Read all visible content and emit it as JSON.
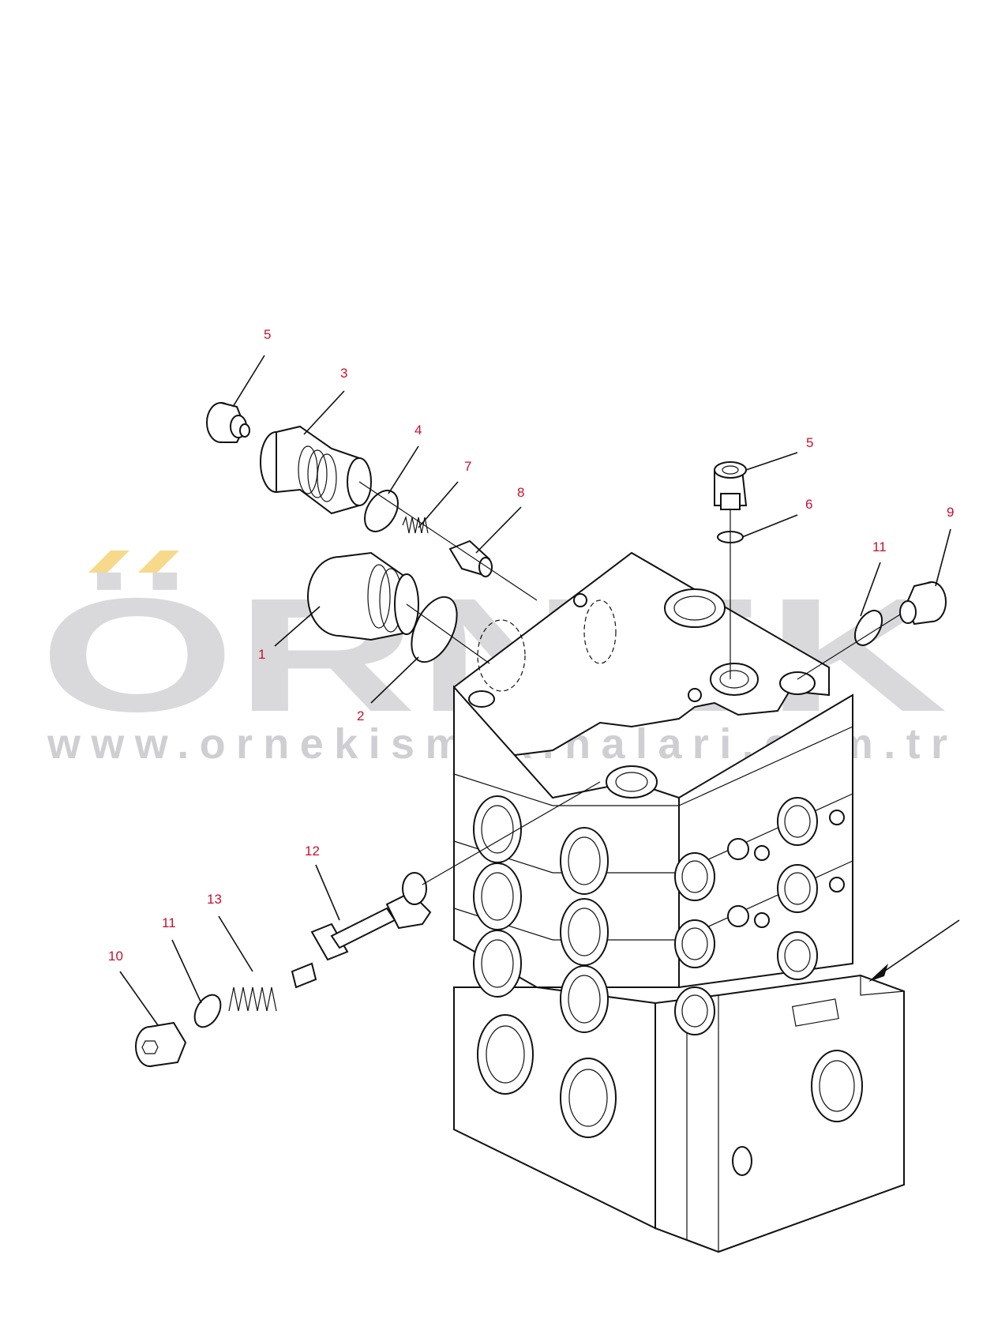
{
  "watermark": {
    "brand": "ÖRNEK",
    "website": "www.ornekismakinalari.com.tr",
    "brand_color": "#d9d9dc",
    "accent_color": "#f7d98b"
  },
  "callouts": [
    {
      "id": "c5a",
      "label": "5"
    },
    {
      "id": "c3",
      "label": "3"
    },
    {
      "id": "c4",
      "label": "4"
    },
    {
      "id": "c7",
      "label": "7"
    },
    {
      "id": "c8",
      "label": "8"
    },
    {
      "id": "c1",
      "label": "1"
    },
    {
      "id": "c2",
      "label": "2"
    },
    {
      "id": "c5b",
      "label": "5"
    },
    {
      "id": "c6",
      "label": "6"
    },
    {
      "id": "c9",
      "label": "9"
    },
    {
      "id": "c11a",
      "label": "11"
    },
    {
      "id": "c12",
      "label": "12"
    },
    {
      "id": "c13",
      "label": "13"
    },
    {
      "id": "c11b",
      "label": "11"
    },
    {
      "id": "c10",
      "label": "10"
    }
  ],
  "colors": {
    "callout": "#c8102e",
    "line": "#111111"
  }
}
